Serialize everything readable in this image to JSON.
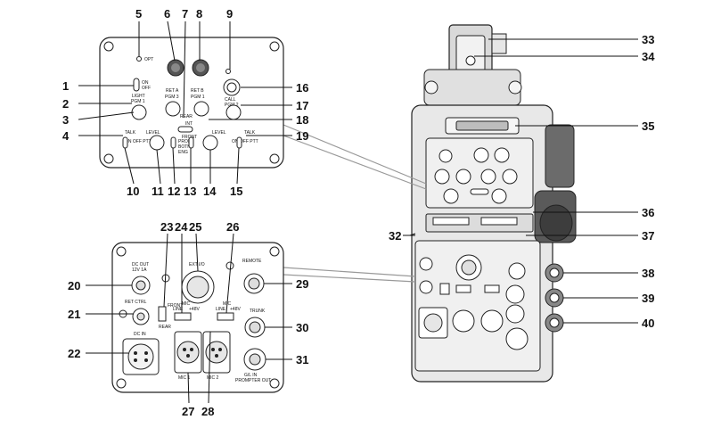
{
  "callouts_top": [
    "1",
    "2",
    "3",
    "4",
    "5",
    "6",
    "7",
    "8",
    "9",
    "10",
    "11",
    "12",
    "13",
    "14",
    "15",
    "16",
    "17",
    "18",
    "19"
  ],
  "callouts_bottom": [
    "20",
    "21",
    "22",
    "23",
    "24",
    "25",
    "26",
    "27",
    "28",
    "29",
    "30",
    "31"
  ],
  "callouts_body": [
    "32",
    "33",
    "34",
    "35",
    "36",
    "37",
    "38",
    "39",
    "40"
  ],
  "top_panel_labels": {
    "opt": "OPT",
    "on": "ON",
    "off": "OFF",
    "light": "LIGHT",
    "pgm1_left": "PGM 1",
    "ret_a": "RET A",
    "pgm3": "PGM 3",
    "ret_b": "RET B",
    "pgm1_right": "PGM 1",
    "call": "CALL",
    "pgm2": "PGM 2",
    "rear": "REAR",
    "int": "INT",
    "talk_left": "TALK",
    "on_off_ptt_left": "ON OFF PTT",
    "level_left": "LEVEL",
    "front": "FRONT",
    "prod": "PROD",
    "both": "BOTH",
    "eng": "ENG",
    "level_right": "LEVEL",
    "talk_right": "TALK",
    "on_off_ptt_right": "ON OFF PTT"
  },
  "bottom_panel_labels": {
    "dc_out": "DC OUT",
    "dc_out_spec": "12V 1A",
    "ret_ctrl": "RET CTRL",
    "dc_in": "DC IN",
    "ext_io": "EXT I/O",
    "remote": "REMOTE",
    "trunk": "TRUNK",
    "gl_in": "G/L IN",
    "prompter_out": "PROMPTER OUT",
    "mic1": "MIC 1",
    "mic2": "MIC 2",
    "front": "FRONT",
    "rear": "REAR",
    "mic_line_left": "MIC",
    "line_left": "LINE",
    "p48v_left": "+48V",
    "mic_line_right": "MIC",
    "line_right": "LINE",
    "p48v_right": "+48V"
  }
}
